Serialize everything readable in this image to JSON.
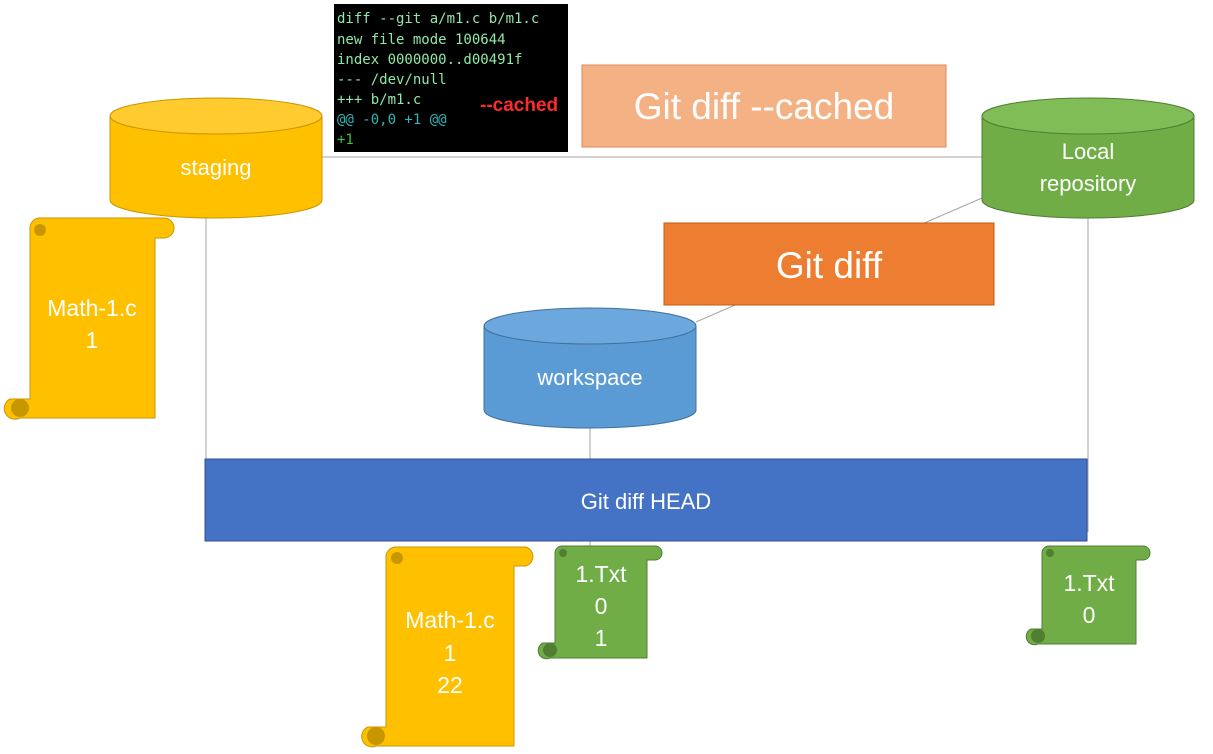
{
  "colors": {
    "staging": "#FFC000",
    "staging_dark": "#C89700",
    "workspace": "#5B9BD5",
    "workspace_dark": "#41719C",
    "repository": "#70AD47",
    "repository_dark": "#507E32",
    "cached_box": "#F4B183",
    "diff_box": "#ED7D31",
    "head_box": "#4472C4",
    "terminal_bg": "#000000",
    "terminal_text": "#8FE7A8",
    "terminal_hunk": "#2FB5B5",
    "terminal_add": "#3BC23B",
    "terminal_note": "#FF2B2B",
    "connector": "#A6A6A6"
  },
  "stores": {
    "staging": "staging",
    "workspace": "workspace",
    "repository_line1": "Local",
    "repository_line2": "repository"
  },
  "commands": {
    "cached": "Git diff --cached",
    "diff": "Git diff",
    "head": "Git diff HEAD"
  },
  "terminal": {
    "lines": [
      "diff --git a/m1.c b/m1.c",
      "new file mode 100644",
      "index 0000000..d00491f",
      "--- /dev/null",
      "+++ b/m1.c"
    ],
    "hunk": "@@ -0,0 +1 @@",
    "added": "+1",
    "note": "--cached"
  },
  "files": {
    "staging_file": {
      "name": "Math-1.c",
      "lines": [
        "1"
      ]
    },
    "workspace_math": {
      "name": "Math-1.c",
      "lines": [
        "1",
        "22"
      ]
    },
    "workspace_txt": {
      "name": "1.Txt",
      "lines": [
        "0",
        "1"
      ]
    },
    "repo_txt": {
      "name": "1.Txt",
      "lines": [
        "0"
      ]
    }
  }
}
